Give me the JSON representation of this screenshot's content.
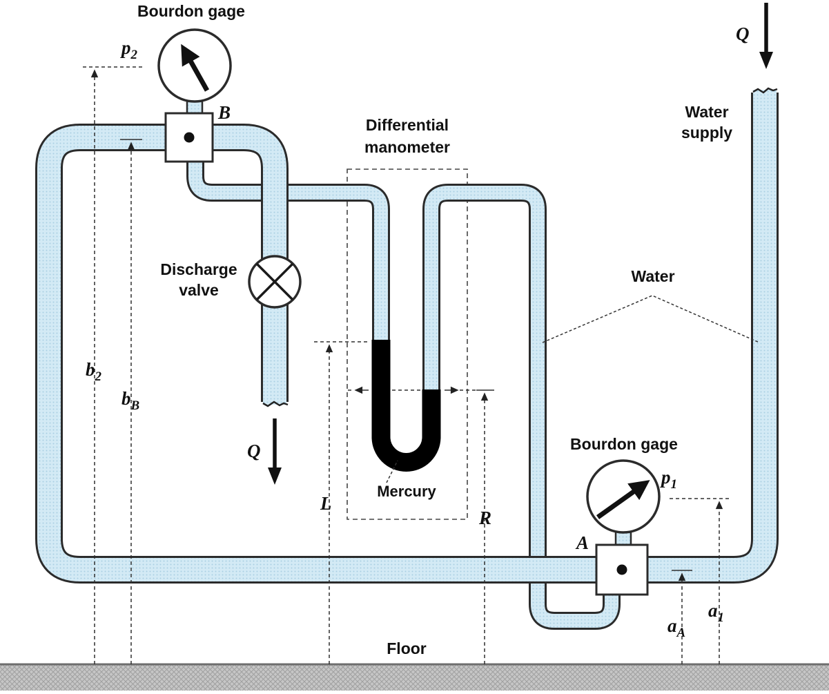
{
  "diagram": {
    "title": "Pump piping system with differential manometer and Bourdon gages",
    "labels": {
      "bourdon_gage_b": "Bourdon gage",
      "bourdon_gage_a": "Bourdon gage",
      "p2": {
        "base": "p",
        "sub": "2"
      },
      "p1": {
        "base": "p",
        "sub": "1"
      },
      "point_b": "B",
      "point_a": "A",
      "differential_manometer": [
        "Differential",
        "manometer"
      ],
      "discharge_valve": [
        "Discharge",
        "valve"
      ],
      "water_supply": [
        "Water",
        "supply"
      ],
      "water": "Water",
      "mercury": "Mercury",
      "floor": "Floor",
      "q_discharge": "Q",
      "q_supply": "Q",
      "dim_L": "L",
      "dim_R": "R",
      "b2": {
        "base": "b",
        "sub": "2"
      },
      "bB": {
        "base": "b",
        "sub": "B"
      },
      "aA": {
        "base": "a",
        "sub": "A"
      },
      "a1": {
        "base": "a",
        "sub": "1"
      }
    },
    "colors": {
      "background": "#ffffff",
      "pipe_fill": "#d3eaf5",
      "pipe_dot": "#a9cfe2",
      "pipe_outline": "#2b2b2b",
      "mercury": "#000000",
      "floor_fill": "#c6c6c6",
      "floor_hatch": "#a0a0a0",
      "dimension_line": "#2f2f2f"
    }
  }
}
